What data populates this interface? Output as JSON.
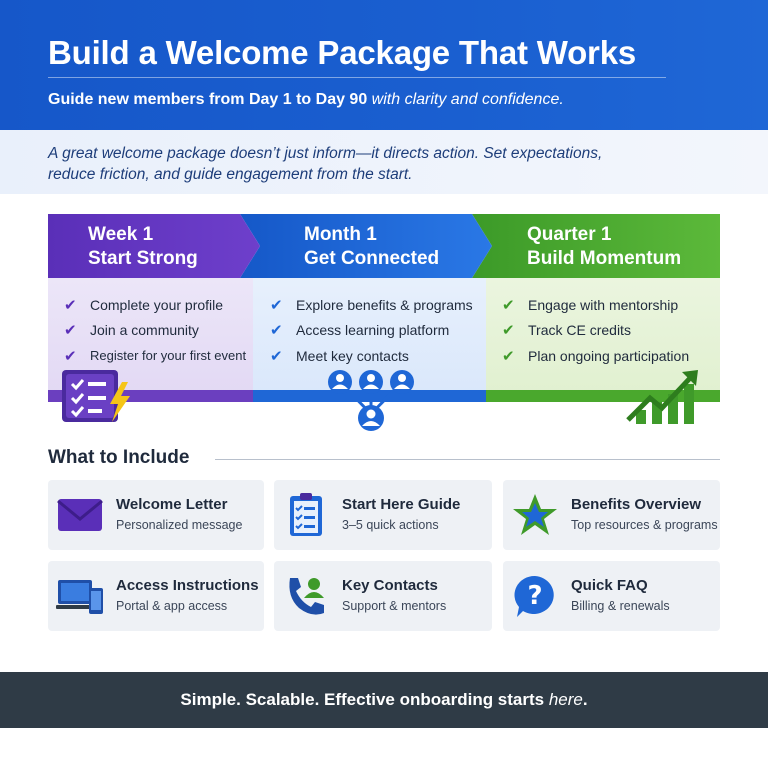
{
  "header": {
    "title": "Build a Welcome Package That Works",
    "subtitle_a": "Guide new members from Day 1",
    "subtitle_b": " to Day 90",
    "subtitle_c": " with clarity and confidence."
  },
  "intro": {
    "text": "A great welcome package doesn’t just inform—it directs action. Set expectations, reduce friction, and guide engagement from the start."
  },
  "timeline": {
    "phases": [
      {
        "label": "Week 1",
        "title": "Start Strong",
        "color": "#5a2fb8",
        "items": [
          "Complete your profile",
          "Join a community",
          "Register for your first event"
        ],
        "icon": "checklist-lightning-icon"
      },
      {
        "label": "Month 1",
        "title": "Get Connected",
        "color": "#1f67d6",
        "items": [
          "Explore benefits & programs",
          "Access learning platform",
          "Meet key contacts"
        ],
        "icon": "network-people-icon"
      },
      {
        "label": "Quarter 1",
        "title": "Build Momentum",
        "color": "#4aa82d",
        "items": [
          "Engage with mentorship",
          "Track CE credits",
          "Plan ongoing participation"
        ],
        "icon": "growth-chart-icon"
      }
    ]
  },
  "include": {
    "heading": "What to Include",
    "cards": [
      {
        "title": "Welcome Letter",
        "subtitle": "Personalized message",
        "icon": "envelope-icon"
      },
      {
        "title": "Start Here Guide",
        "subtitle": "3–5 quick actions",
        "icon": "clipboard-icon"
      },
      {
        "title": "Benefits Overview",
        "subtitle": "Top resources & programs",
        "icon": "star-icon"
      },
      {
        "title": "Access Instructions",
        "subtitle": "Portal & app access",
        "icon": "devices-icon"
      },
      {
        "title": "Key Contacts",
        "subtitle": "Support & mentors",
        "icon": "phone-contact-icon"
      },
      {
        "title": "Quick FAQ",
        "subtitle": "Billing & renewals",
        "icon": "question-bubble-icon"
      }
    ]
  },
  "footer": {
    "text_main": "Simple. Scalable. Effective onboarding starts ",
    "text_em": "here",
    "text_end": "."
  },
  "colors": {
    "header_blue": "#1a5fd0",
    "purple": "#5a2fb8",
    "blue": "#1f67d6",
    "green": "#4aa82d",
    "footer": "#2f3b46"
  }
}
